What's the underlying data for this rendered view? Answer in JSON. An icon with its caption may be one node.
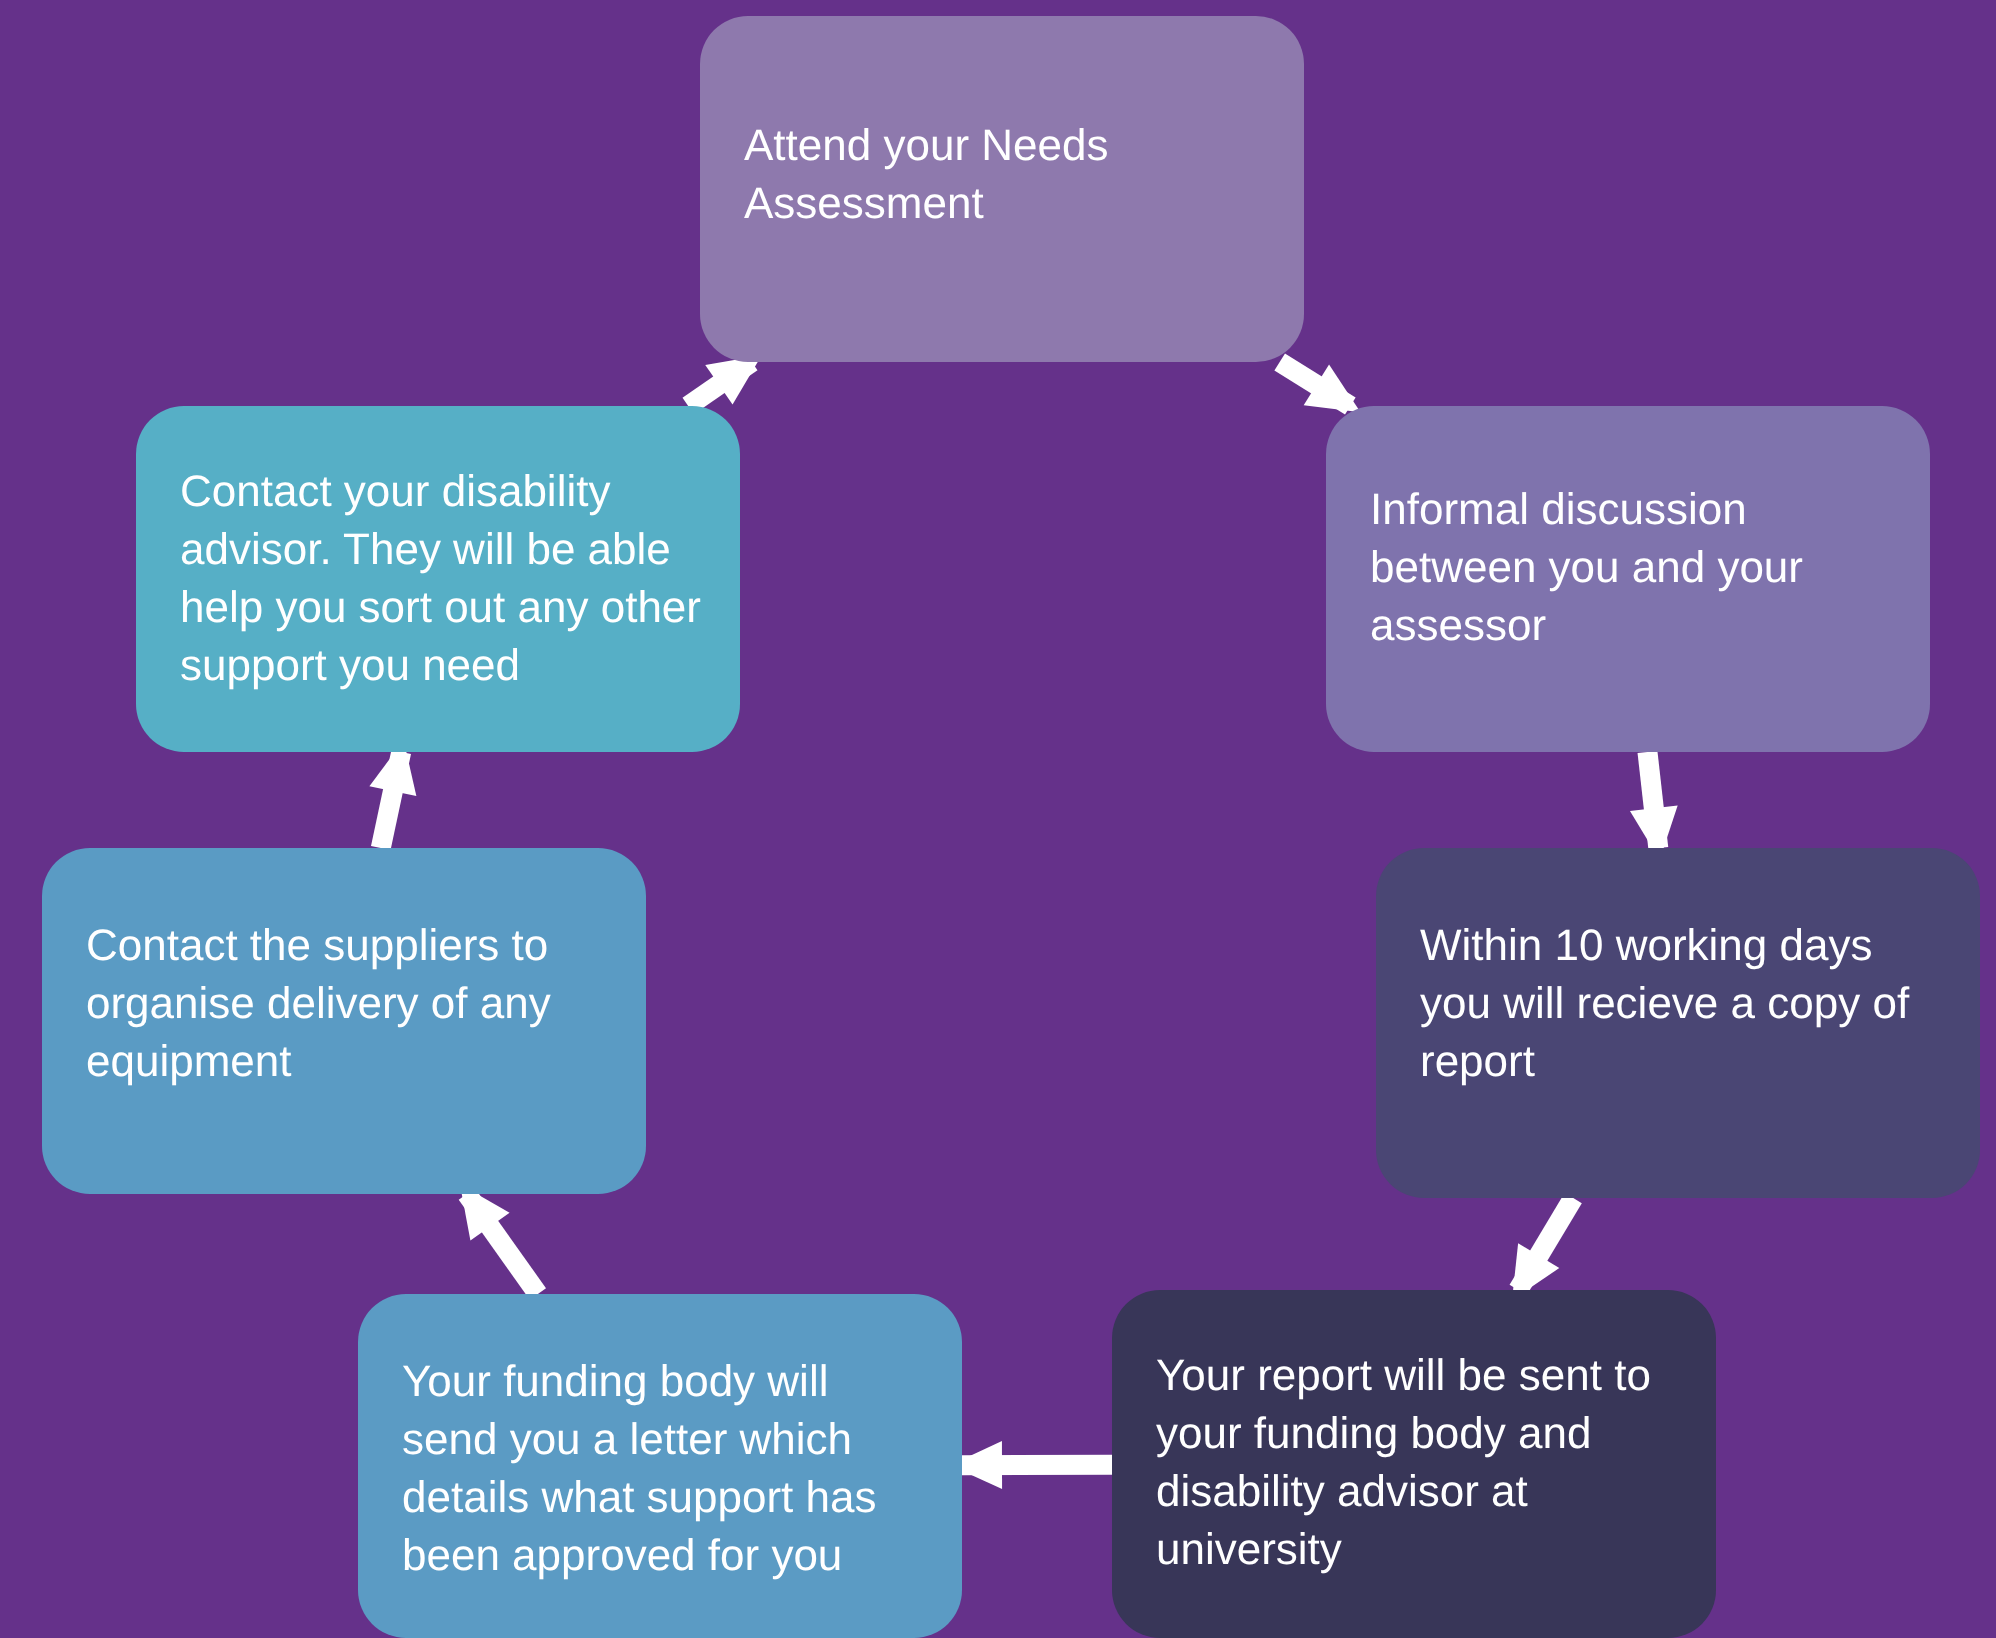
{
  "diagram": {
    "nodes": [
      {
        "text": [
          "Attend your Needs Assessment"
        ]
      },
      {
        "text": [
          "Informal discussion between you and your assessor"
        ]
      },
      {
        "text": [
          "Within 10 working days you will recieve a copy of report"
        ]
      },
      {
        "text": [
          "Your report will be sent to your funding body and disability advisor at university"
        ]
      },
      {
        "text": [
          "Your funding body will send you a letter which details what support has been approved for you"
        ]
      },
      {
        "text": [
          "Contact the suppliers to organise delivery of any equipment"
        ]
      },
      {
        "text": [
          "Contact your disability advisor. They will be able help you sort out any other support you need"
        ]
      }
    ],
    "edges": [
      {
        "from": 0,
        "to": 1,
        "arrow": "to"
      },
      {
        "from": 1,
        "to": 2,
        "arrow": "to"
      },
      {
        "from": 2,
        "to": 3,
        "arrow": "to"
      },
      {
        "from": 3,
        "to": 4,
        "arrow": "to"
      },
      {
        "from": 4,
        "to": 5,
        "arrow": "to"
      },
      {
        "from": 5,
        "to": 6,
        "arrow": "to"
      },
      {
        "from": 6,
        "to": 0,
        "arrow": "to"
      }
    ]
  }
}
